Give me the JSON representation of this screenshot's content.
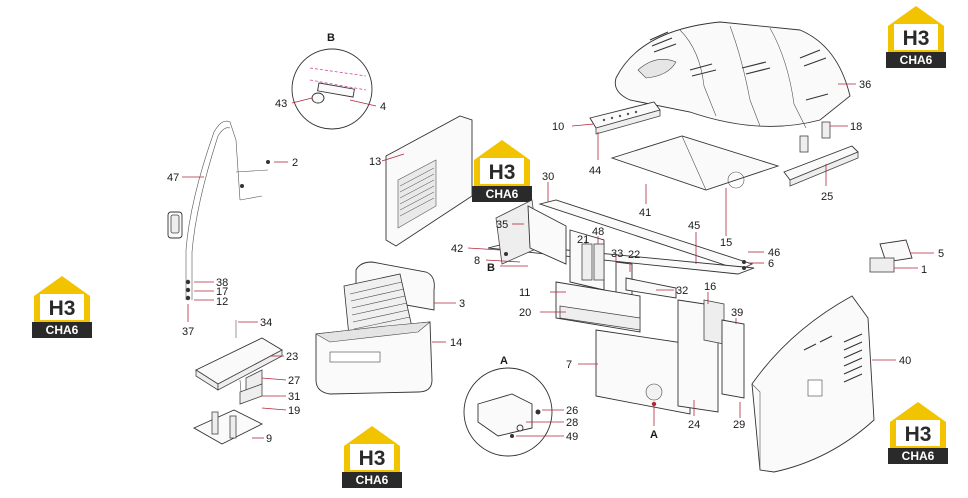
{
  "logo": {
    "main": "H3",
    "sub": "CHA6"
  },
  "colors": {
    "leader": "#b3263a",
    "logo_yellow": "#f2c400",
    "logo_dark": "#2a2a2a",
    "callout": "#1a1a1a"
  },
  "detail_labels": {
    "b": "B",
    "a": "A",
    "b_arrow": "B",
    "a_arrow": "A"
  },
  "callouts": {
    "c43": "43",
    "c4": "4",
    "c2": "2",
    "c47": "47",
    "c38": "38",
    "c17": "17",
    "c12": "12",
    "c37": "37",
    "c13": "13",
    "c3": "3",
    "c14": "14",
    "c34": "34",
    "c23": "23",
    "c27": "27",
    "c31": "31",
    "c19": "19",
    "c9": "9",
    "c30": "30",
    "c35": "35",
    "c42": "42",
    "c8": "8",
    "c21": "21",
    "c48": "48",
    "c33": "33",
    "c22": "22",
    "c45": "45",
    "c11": "11",
    "c32": "32",
    "c20": "20",
    "c16": "16",
    "c7": "7",
    "c39": "39",
    "c24": "24",
    "c29": "29",
    "c26": "26",
    "c28": "28",
    "c49": "49",
    "c10": "10",
    "c44": "44",
    "c41": "41",
    "c15": "15",
    "c46": "46",
    "c6": "6",
    "c36": "36",
    "c18": "18",
    "c25": "25",
    "c5": "5",
    "c1": "1",
    "c40": "40"
  }
}
